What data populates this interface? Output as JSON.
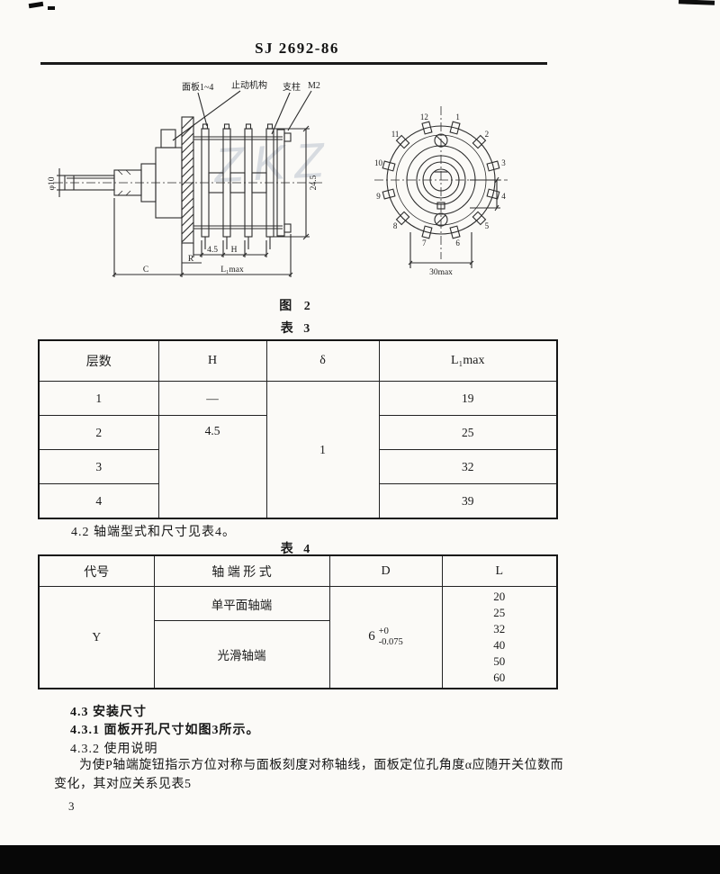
{
  "page": {
    "doc_number": "SJ 2692-86",
    "page_number": "3"
  },
  "figure2": {
    "caption": "图 2",
    "watermark": "ZKZ",
    "side_view": {
      "callouts": {
        "wafers": "面板1~4",
        "detent": "止动机构",
        "post": "支柱",
        "nut": "M2"
      },
      "dims": {
        "shaft_dia": "φ10",
        "height": "24.5",
        "pitch": "4.5",
        "pitch_h": "H",
        "c": "C",
        "r": "R",
        "overall": "L₁max"
      }
    },
    "front_view": {
      "terminals": [
        "1",
        "2",
        "3",
        "4",
        "5",
        "6",
        "7",
        "8",
        "9",
        "10",
        "11",
        "12"
      ],
      "width_dim": "30max"
    }
  },
  "table3": {
    "caption": "表 3",
    "headers": [
      "层数",
      "H",
      "δ",
      "L₁max"
    ],
    "rows_col1": [
      "1",
      "2",
      "3",
      "4"
    ],
    "h_values": {
      "row1": "—",
      "rows2_4": "4.5"
    },
    "delta": "1",
    "l_values": [
      "19",
      "25",
      "32",
      "39"
    ]
  },
  "sections": {
    "s42": "4.2 轴端型式和尺寸见表4。",
    "s43": "4.3 安装尺寸",
    "s431": "4.3.1 面板开孔尺寸如图3所示。",
    "s432": "4.3.2 使用说明",
    "para": "为使P轴端旋钮指示方位对称与面板刻度对称轴线，面板定位孔角度α应随开关位数而变化，其对应关系见表5"
  },
  "table4": {
    "caption": "表 4",
    "headers": [
      "代号",
      "轴 端 形 式",
      "D",
      "L"
    ],
    "code": "Y",
    "forms": [
      "单平面轴端",
      "光滑轴端"
    ],
    "d": {
      "nominal": "6",
      "upper": "+0",
      "lower": "-0.075"
    },
    "l_values": [
      "20",
      "25",
      "32",
      "40",
      "50",
      "60"
    ]
  }
}
